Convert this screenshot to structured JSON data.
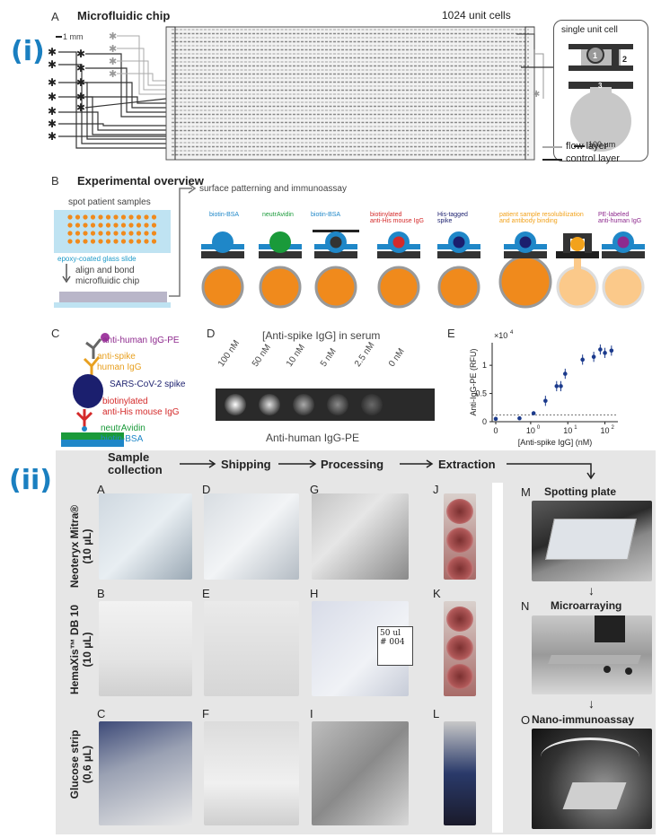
{
  "panel_i": {
    "roman": "(i)",
    "A": {
      "letter": "A",
      "title": "Microfluidic chip",
      "scale": "1 mm",
      "unit_cells": "1024 unit cells",
      "single_unit_cell": "single unit cell",
      "inset_nums": [
        "1",
        "2",
        "3"
      ],
      "inset_scale": "100 μm",
      "legend": [
        "flow layer",
        "control layer"
      ]
    },
    "B": {
      "letter": "B",
      "title": "Experimental overview",
      "spot": "spot patient samples",
      "slide": "epoxy-coated glass slide",
      "align": "align and bond",
      "align2": "microfluidic chip",
      "surface": "surface patterning and immunoassay",
      "steps": [
        {
          "l1": "biotin-BSA",
          "l2": "",
          "color": "#1f87c8"
        },
        {
          "l1": "neutrAvidin",
          "l2": "",
          "color": "#1a9a3a"
        },
        {
          "l1": "biotin-BSA",
          "l2": "",
          "color": "#1f87c8"
        },
        {
          "l1": "biotinylated",
          "l2": "anti-His mouse IgG",
          "color": "#d42a2a"
        },
        {
          "l1": "His-tagged",
          "l2": "spike",
          "color": "#1b1f6e"
        },
        {
          "l1": "patient sample resolubilization",
          "l2": "and antibody binding",
          "color": "#f2a21b"
        },
        {
          "l1": "PE-labeled",
          "l2": "anti-human IgG",
          "color": "#8e2a8e"
        }
      ]
    },
    "C": {
      "letter": "C",
      "labels": [
        {
          "text": "anti-human IgG-PE",
          "color": "#8e2a8e"
        },
        {
          "text": "anti-spike",
          "color": "#e8a020"
        },
        {
          "text": "human IgG",
          "color": "#e8a020"
        },
        {
          "text": "SARS-CoV-2 spike",
          "color": "#1b1f6e"
        },
        {
          "text": "biotinylated",
          "color": "#d42a2a"
        },
        {
          "text": "anti-His mouse IgG",
          "color": "#d42a2a"
        },
        {
          "text": "neutrAvidin",
          "color": "#1a9a3a"
        },
        {
          "text": "biotin-BSA",
          "color": "#1f87c8"
        }
      ]
    },
    "D": {
      "letter": "D",
      "title": "[Anti-spike IgG] in serum",
      "concentrations": [
        "100 nM",
        "50 nM",
        "10 nM",
        "5 nM",
        "2.5 nM",
        "0 nM"
      ],
      "caption": "Anti-human IgG-PE"
    },
    "E": {
      "letter": "E",
      "multiplier": "×10",
      "exponent": "4",
      "ylabel": "Anti-IgG-PE  (RFU)",
      "xlabel": "[Anti-spike IgG]  (nM)",
      "yticks": [
        "0",
        "0.5",
        "1"
      ],
      "xticks": [
        "0",
        "10",
        "10",
        "10"
      ],
      "xtick_exps": [
        "",
        "0",
        "1",
        "2"
      ]
    }
  },
  "chart_data": {
    "type": "scatter",
    "xlabel": "[Anti-spike IgG]  (nM)",
    "ylabel": "Anti-IgG-PE  (RFU)",
    "x": [
      0,
      0.5,
      1.2,
      2.5,
      5,
      6.5,
      8.5,
      25,
      50,
      75,
      100,
      150
    ],
    "y": [
      500,
      600,
      1500,
      3700,
      6300,
      6300,
      8500,
      11000,
      11500,
      12800,
      12200,
      12600
    ],
    "ylim": [
      0,
      14000
    ],
    "scale": "log-x"
  },
  "panel_ii": {
    "roman": "(ii)",
    "workflow": [
      "Sample collection",
      "Shipping",
      "Processing",
      "Extraction"
    ],
    "rows": [
      "Neoteryx Mitra®\n(10 µL)",
      "HemaXis™ DB 10\n(10 µL)",
      "Glucose strip\n(0,6 µL)"
    ],
    "letters": [
      "A",
      "B",
      "C",
      "D",
      "E",
      "F",
      "G",
      "H",
      "I",
      "J",
      "K",
      "L"
    ],
    "right": [
      {
        "letter": "M",
        "title": "Spotting plate"
      },
      {
        "letter": "N",
        "title": "Microarraying"
      },
      {
        "letter": "O",
        "title": "Nano-immunoassay"
      }
    ],
    "photo_text": {
      "h_note1": "50 ul",
      "h_note2": "# 004"
    }
  }
}
